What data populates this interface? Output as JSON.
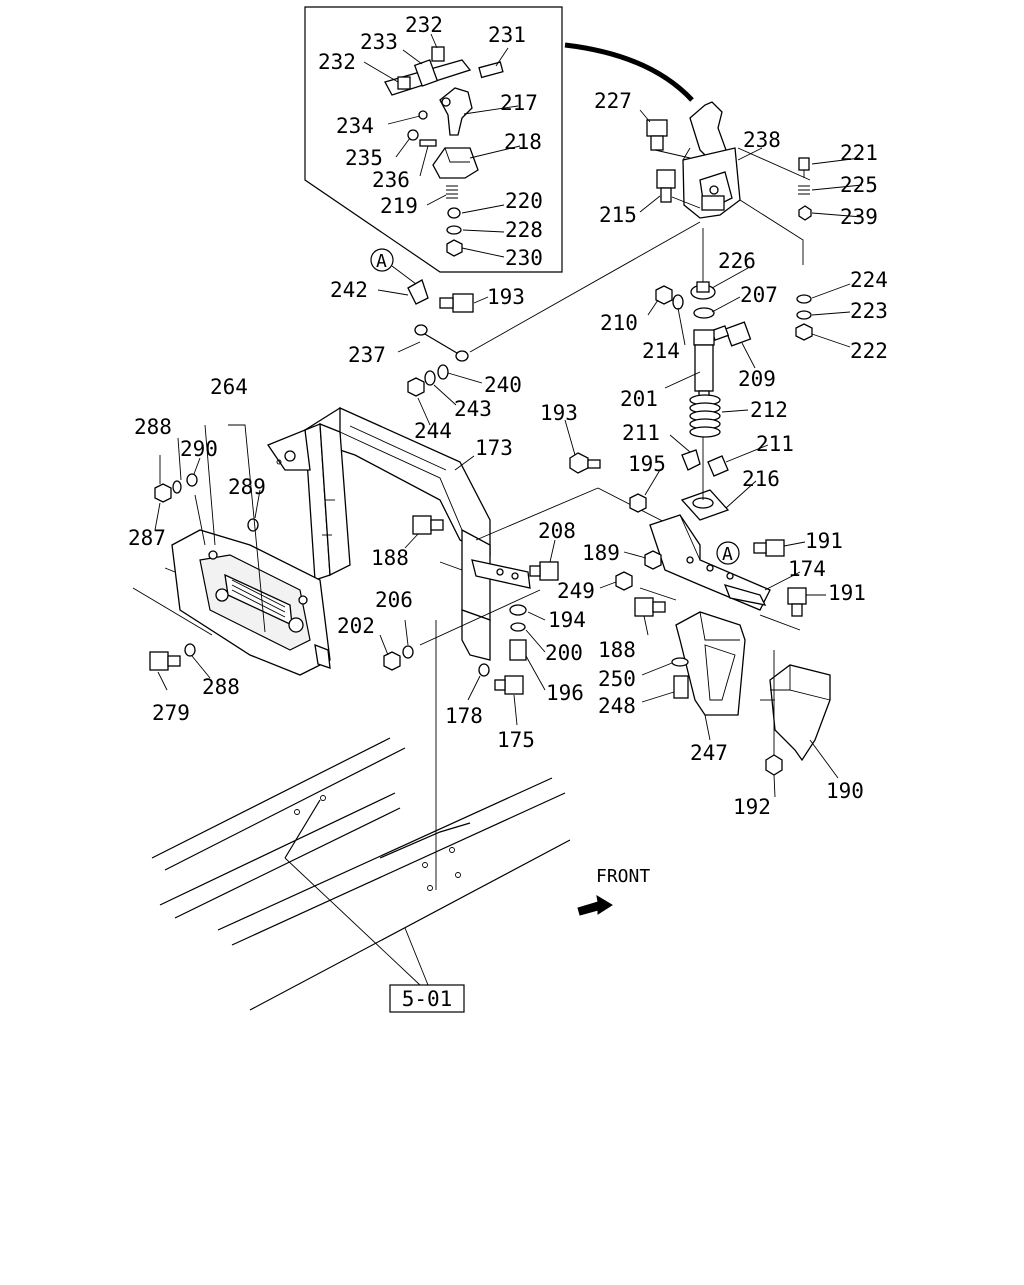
{
  "diagram": {
    "type": "exploded-parts-diagram",
    "reference_box": "5-01",
    "direction_label": "FRONT",
    "callout_marker": "A",
    "part_labels": {
      "p232a": "232",
      "p233": "233",
      "p231": "231",
      "p232b": "232",
      "p217": "217",
      "p234": "234",
      "p218": "218",
      "p235": "235",
      "p236": "236",
      "p220": "220",
      "p219": "219",
      "p228": "228",
      "p230": "230",
      "p227": "227",
      "p238": "238",
      "p221": "221",
      "p225": "225",
      "p215": "215",
      "p239": "239",
      "p226": "226",
      "p224": "224",
      "p242": "242",
      "p193a": "193",
      "p207": "207",
      "p223": "223",
      "p210": "210",
      "p222": "222",
      "p214": "214",
      "p209": "209",
      "p237": "237",
      "p240": "240",
      "p201": "201",
      "p243": "243",
      "p264": "264",
      "p212": "212",
      "p244": "244",
      "p193b": "193",
      "p211a": "211",
      "p211b": "211",
      "p288a": "288",
      "p173": "173",
      "p290": "290",
      "p195": "195",
      "p216": "216",
      "p289": "289",
      "p287": "287",
      "p208": "208",
      "p191a": "191",
      "p189": "189",
      "p174": "174",
      "p188a": "188",
      "p249": "249",
      "p191b": "191",
      "p206": "206",
      "p194": "194",
      "p202": "202",
      "p188b": "188",
      "p200": "200",
      "p250": "250",
      "p288b": "288",
      "p196": "196",
      "p248": "248",
      "p279": "279",
      "p178": "178",
      "p175": "175",
      "p247": "247",
      "p190": "190",
      "p192": "192"
    }
  }
}
